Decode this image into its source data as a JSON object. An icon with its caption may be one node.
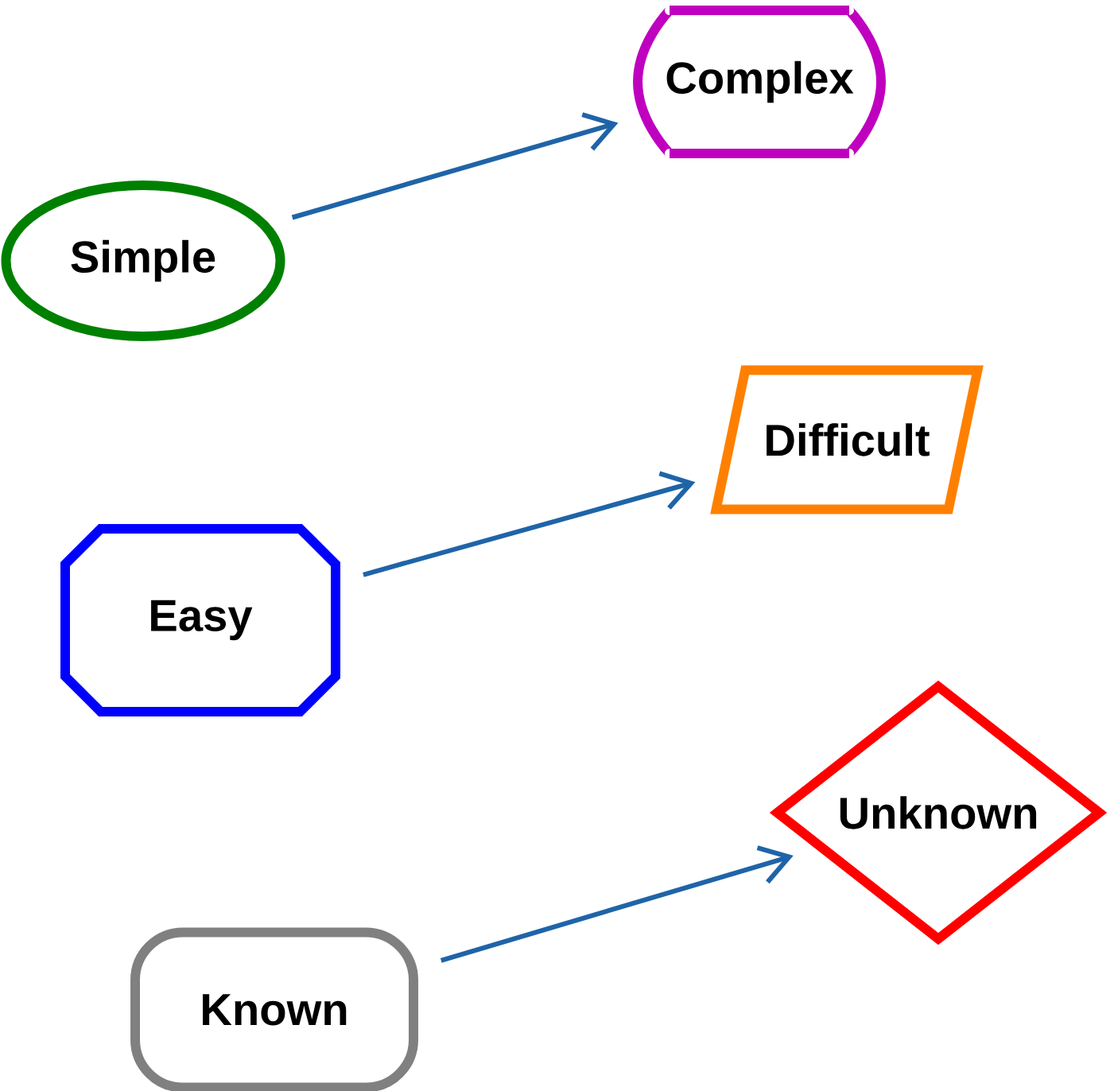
{
  "diagram": {
    "nodes": [
      {
        "text": [
          "Complex"
        ]
      },
      {
        "text": [
          "Simple"
        ]
      },
      {
        "text": [
          "Difficult"
        ]
      },
      {
        "text": [
          "Easy"
        ]
      },
      {
        "text": [
          "Unknown"
        ]
      },
      {
        "text": [
          "Known"
        ]
      }
    ],
    "edges": [
      {
        "from": 1,
        "to": 0,
        "arrow": "to"
      },
      {
        "from": 3,
        "to": 2,
        "arrow": "to"
      },
      {
        "from": 5,
        "to": 4,
        "arrow": "to"
      }
    ]
  }
}
